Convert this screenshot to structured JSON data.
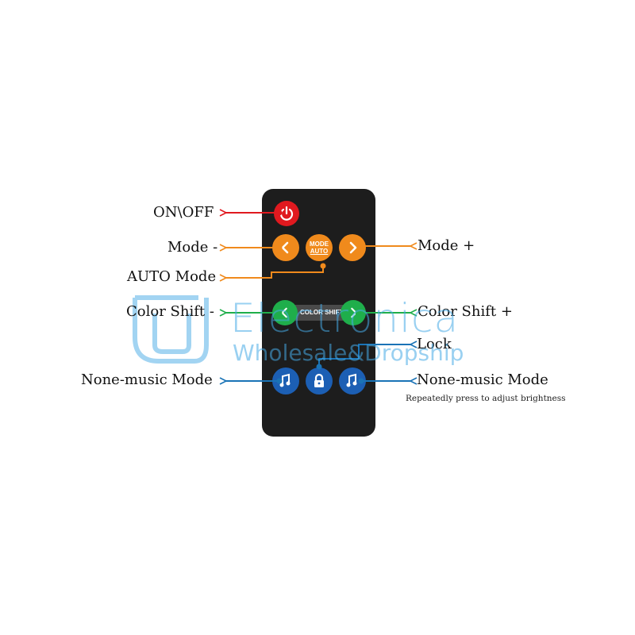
{
  "labels": {
    "on_off": "ON\\OFF",
    "mode_minus": "Mode -",
    "mode_plus": "Mode +",
    "auto_mode": "AUTO Mode",
    "color_shift_left": "Color Shift -",
    "color_shift_right": "Color Shift +",
    "lock": "Lock",
    "none_music_left": "None-music Mode",
    "none_music_right": "None-music Mode",
    "brightness_note": "Repeatedly press to adjust brightness"
  },
  "remote": {
    "mode_auto_top": "MODE",
    "mode_auto_bottom": "AUTO",
    "color_shift_bar": "COLOR SHIFT"
  },
  "watermark": {
    "line1": "Electronica",
    "line2": "Wholesale&Dropship"
  },
  "colors": {
    "power": "#e0191f",
    "mode": "#f08a1c",
    "color_shift": "#1fae4b",
    "music": "#1c5fb4",
    "arrow_red": "#e0191f",
    "arrow_orange": "#f08a1c",
    "arrow_green": "#1fae4b",
    "arrow_blue": "#1a73b6"
  },
  "icons": [
    "power-icon",
    "chevron-left-icon",
    "chevron-right-icon",
    "music-note-icon",
    "lock-icon"
  ]
}
